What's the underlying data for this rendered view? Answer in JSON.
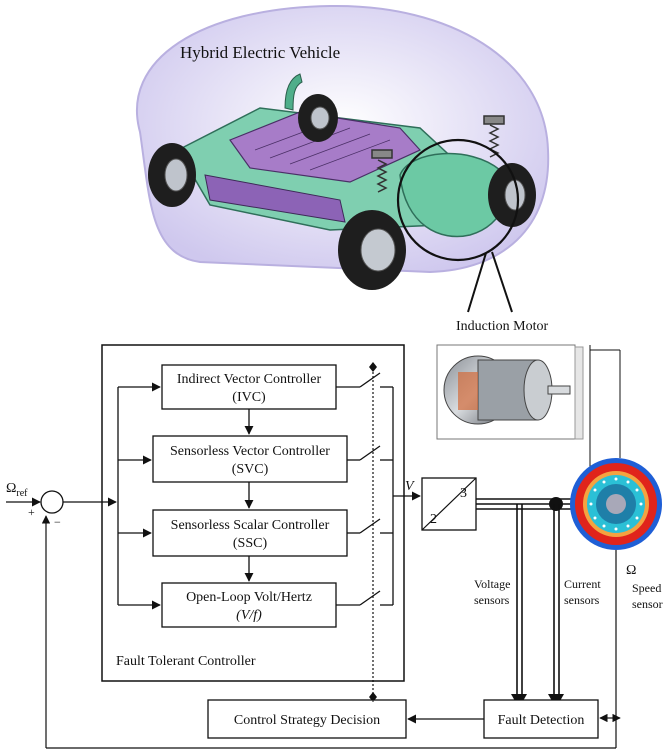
{
  "image_title": "Hybrid Electric Vehicle",
  "motor_label": "Induction Motor",
  "controllers": [
    {
      "name": "Indirect Vector Controller",
      "abbr": "(IVC)"
    },
    {
      "name": "Sensorless Vector Controller",
      "abbr": "(SVC)"
    },
    {
      "name": "Sensorless Scalar Controller",
      "abbr": "(SSC)"
    },
    {
      "name": "Open-Loop Volt/Hertz",
      "abbr": "(V/f)"
    }
  ],
  "fault_tolerant_label": "Fault Tolerant Controller",
  "reference": {
    "symbol": "Ω",
    "subscript": "ref",
    "plus": "+",
    "minus": "−"
  },
  "voltage_label": "V",
  "converter": {
    "input": "2",
    "output": "3"
  },
  "sensors": {
    "voltage": [
      "Voltage",
      "sensors"
    ],
    "current": [
      "Current",
      "sensors"
    ],
    "speed_symbol": "Ω",
    "speed": [
      "Speed",
      "sensor"
    ]
  },
  "control_strategy_label": "Control Strategy Decision",
  "fault_detection_label": "Fault Detection",
  "colors": {
    "body_shell": "#d8d3f0",
    "chassis_green": "#5fbf9a",
    "chassis_purple": "#9a6fc0",
    "motor_ring_red": "#e0241b",
    "motor_ring_blue": "#1f5fd6",
    "motor_core_cyan": "#2bc0d6",
    "motor_center": "#a8a8b8"
  }
}
